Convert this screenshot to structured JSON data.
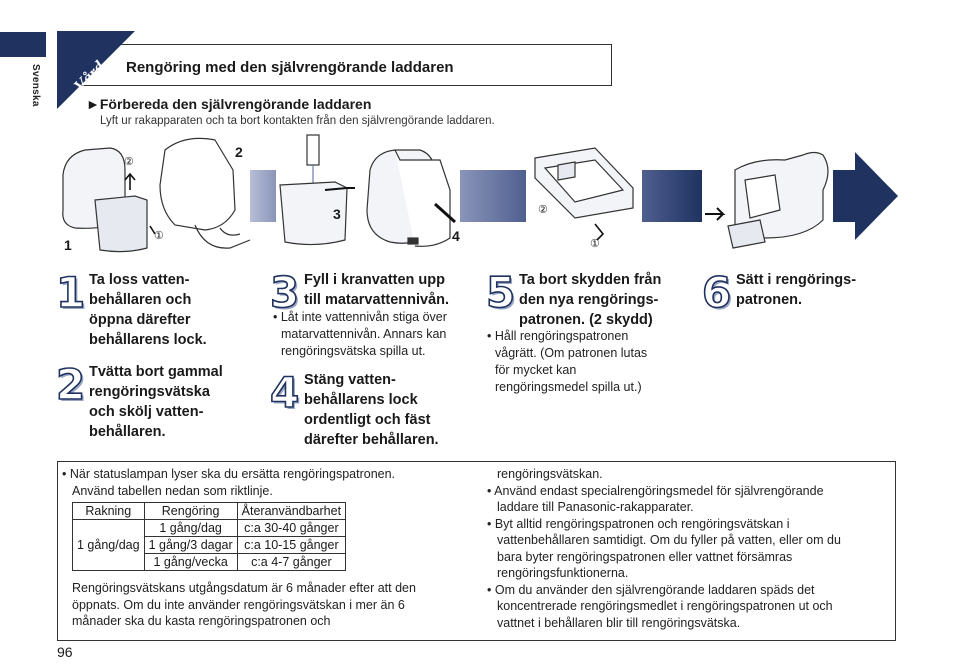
{
  "sidebar": {
    "language": "Svenska"
  },
  "header": {
    "section": "Vård",
    "title": "Rengöring med den självrengörande laddaren"
  },
  "prep": {
    "heading": "►Förbereda den självrengörande laddaren",
    "text": "Lyft ur rakapparaten och ta bort kontakten från den självrengörande laddaren."
  },
  "figure_labels": {
    "n1": "1",
    "n2": "2",
    "n3": "3",
    "n4": "4",
    "c1": "①",
    "c2": "②"
  },
  "steps": [
    {
      "num": "1",
      "text": [
        "Ta loss vatten-",
        "behållaren och",
        "öppna därefter",
        "behållarens lock."
      ]
    },
    {
      "num": "2",
      "text": [
        "Tvätta bort gammal",
        "rengöringsvätska",
        "och skölj vatten-",
        "behållaren."
      ]
    },
    {
      "num": "3",
      "text": [
        "Fyll i kranvatten upp",
        "till matarvattennivån."
      ],
      "bullet": [
        "• Låt inte vattennivån stiga över",
        "matarvattennivån. Annars kan",
        "rengöringsvätska spilla ut."
      ]
    },
    {
      "num": "4",
      "text": [
        "Stäng vatten-",
        "behållarens lock",
        "ordentligt och fäst",
        "därefter behållaren."
      ]
    },
    {
      "num": "5",
      "text": [
        "Ta bort skydden från",
        "den nya rengörings-",
        "patronen. (2 skydd)"
      ],
      "bullet": [
        "• Håll rengöringspatronen",
        "vågrätt. (Om patronen lutas",
        "för mycket kan",
        "rengöringsmedel spilla ut.)"
      ]
    },
    {
      "num": "6",
      "text": [
        "Sätt i rengörings-",
        "patronen."
      ]
    }
  ],
  "notes": {
    "left_intro": [
      "• När statuslampan lyser ska du ersätta rengöringspatronen.",
      "Använd tabellen nedan som riktlinje."
    ],
    "table": {
      "headers": [
        "Rakning",
        "Rengöring",
        "Återanvändbarhet"
      ],
      "rowspan_label": "1 gång/dag",
      "rows": [
        [
          "1 gång/dag",
          "c:a 30-40 gånger"
        ],
        [
          "1 gång/3 dagar",
          "c:a 10-15 gånger"
        ],
        [
          "1 gång/vecka",
          "c:a 4-7 gånger"
        ]
      ]
    },
    "left_outro": [
      "Rengöringsvätskans utgångsdatum är 6 månader efter att den",
      "öppnats. Om du inte använder rengöringsvätskan i mer än 6",
      "månader ska du kasta rengöringspatronen och"
    ],
    "right": [
      "rengöringsvätskan.",
      "• Använd endast specialrengöringsmedel för självrengörande",
      "laddare till Panasonic-rakapparater.",
      "• Byt alltid rengöringspatronen och rengöringsvätskan i",
      "vattenbehållaren samtidigt. Om du fyller på vatten, eller om du",
      "bara byter rengöringspatronen eller vattnet försämras",
      "rengöringsfunktionerna.",
      "• Om du använder den självrengörande laddaren späds det",
      "koncentrerade rengöringsmedlet i rengöringspatronen ut och",
      "vattnet i behållaren blir till rengöringsvätska."
    ]
  },
  "footer": {
    "page_number": "96"
  },
  "colors": {
    "navy": "#1f3260",
    "step_gradient_light": "#a9b2cf",
    "step_gradient_dark": "#1f3260"
  }
}
